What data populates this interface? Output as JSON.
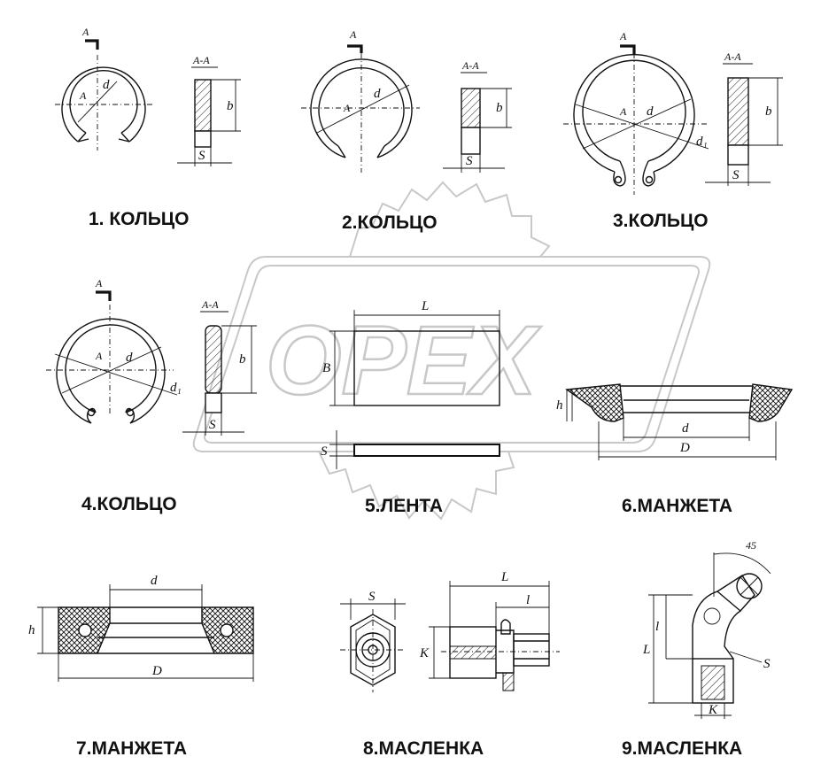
{
  "watermark": {
    "text": "OPEX"
  },
  "parts": [
    {
      "caption": "1. КОЛЬЦО",
      "labels": {
        "section": "A-A",
        "arrow": "A",
        "center": "A",
        "d": "d",
        "b": "b",
        "s": "S"
      }
    },
    {
      "caption": "2.КОЛЬЦО",
      "labels": {
        "section": "A-A",
        "arrow": "A",
        "center": "A",
        "d": "d",
        "b": "b",
        "s": "S"
      }
    },
    {
      "caption": "3.КОЛЬЦО",
      "labels": {
        "section": "A-A",
        "arrow": "A",
        "center": "A",
        "d": "d",
        "d1": "d₁",
        "b": "b",
        "s": "S"
      }
    },
    {
      "caption": "4.КОЛЬЦО",
      "labels": {
        "section": "A-A",
        "arrow": "A",
        "center": "A",
        "d": "d",
        "d1": "d₁",
        "b": "b",
        "s": "S"
      }
    },
    {
      "caption": "5.ЛЕНТА",
      "labels": {
        "l": "L",
        "b": "B",
        "s": "S"
      }
    },
    {
      "caption": "6.МАНЖЕТА",
      "labels": {
        "h": "h",
        "d": "d",
        "D": "D"
      }
    },
    {
      "caption": "7.МАНЖЕТА",
      "labels": {
        "h": "h",
        "d": "d",
        "D": "D"
      }
    },
    {
      "caption": "8.МАСЛЕНКА",
      "labels": {
        "s": "S",
        "L": "L",
        "l": "l",
        "k": "K"
      }
    },
    {
      "caption": "9.МАСЛЕНКА",
      "labels": {
        "angle": "45",
        "L": "L",
        "l": "l",
        "s": "S",
        "k": "K"
      }
    }
  ]
}
